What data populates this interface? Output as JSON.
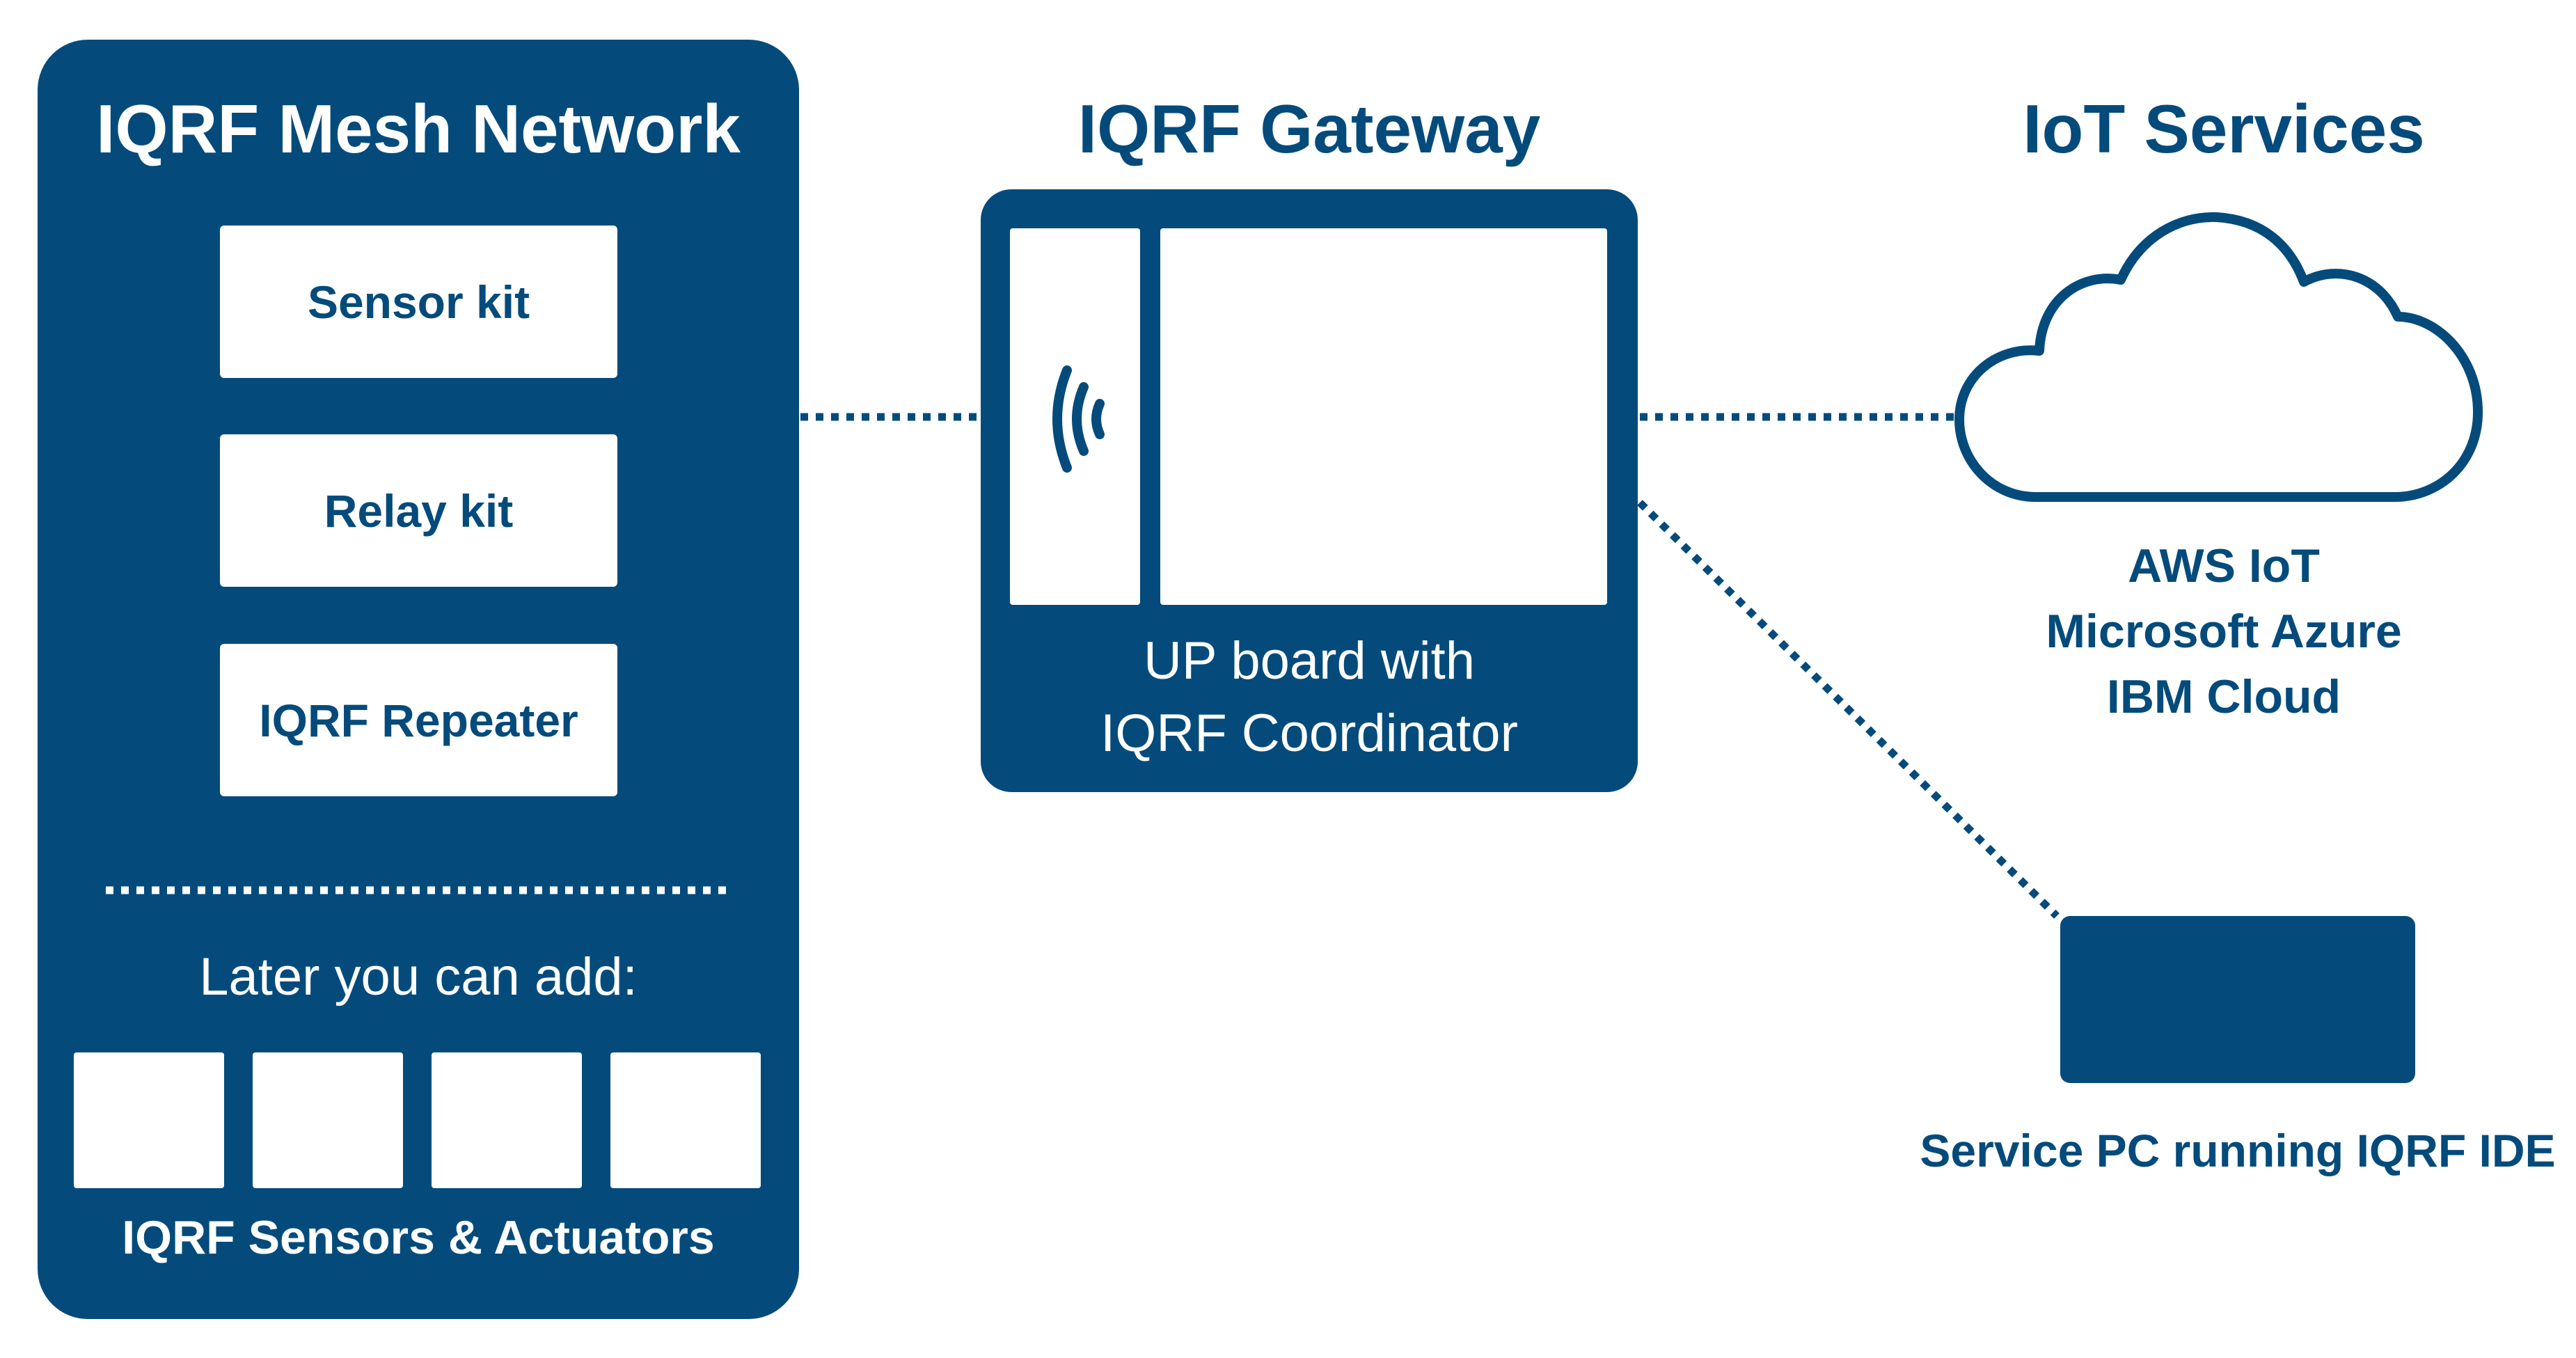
{
  "colors": {
    "primary": "#044b7c",
    "background": "#ffffff"
  },
  "mesh": {
    "title": "IQRF Mesh Network",
    "kits": [
      "Sensor kit",
      "Relay kit",
      "IQRF Repeater"
    ],
    "later_label": "Later you can add:",
    "tiles_count": 4,
    "tiles_label": "IQRF Sensors & Actuators",
    "signal_icon": "wireless-signal-icon"
  },
  "gateway": {
    "title": "IQRF Gateway",
    "device_label_line1": "UP board with",
    "device_label_line2": "IQRF Coordinator",
    "signal_icon": "wireless-signal-icon"
  },
  "iot": {
    "title": "IoT Services",
    "cloud_icon": "cloud-icon",
    "services": [
      "AWS IoT",
      "Microsoft Azure",
      "IBM Cloud"
    ]
  },
  "service_pc": {
    "label": "Service PC running IQRF IDE"
  }
}
